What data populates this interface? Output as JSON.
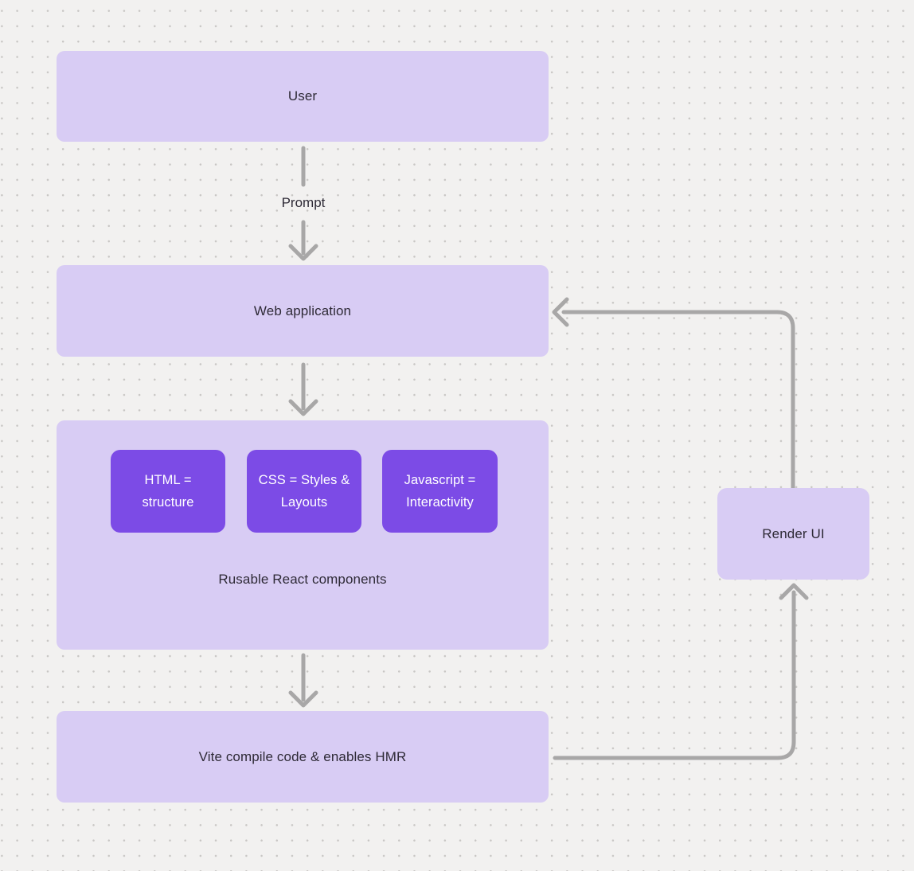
{
  "canvas": {
    "background_color": "#f2f1f0",
    "dot_color": "#c8c6c4"
  },
  "palette": {
    "node_fill": "#d8ccf4",
    "chip_fill": "#7c4be6",
    "connector_color": "#a8a7a7",
    "node_text_color": "#2e2a36",
    "chip_text_color": "#ffffff"
  },
  "nodes": {
    "user": {
      "label": "User"
    },
    "web_application": {
      "label": "Web application"
    },
    "react_group": {
      "caption": "Rusable React components",
      "chips": [
        {
          "label": "HTML = structure"
        },
        {
          "label": "CSS = Styles & Layouts"
        },
        {
          "label": "Javascript = Interactivity"
        }
      ]
    },
    "vite": {
      "label": "Vite compile code & enables HMR"
    },
    "render_ui": {
      "label": "Render UI"
    }
  },
  "connectors": {
    "user_to_webapp_label": "Prompt"
  }
}
